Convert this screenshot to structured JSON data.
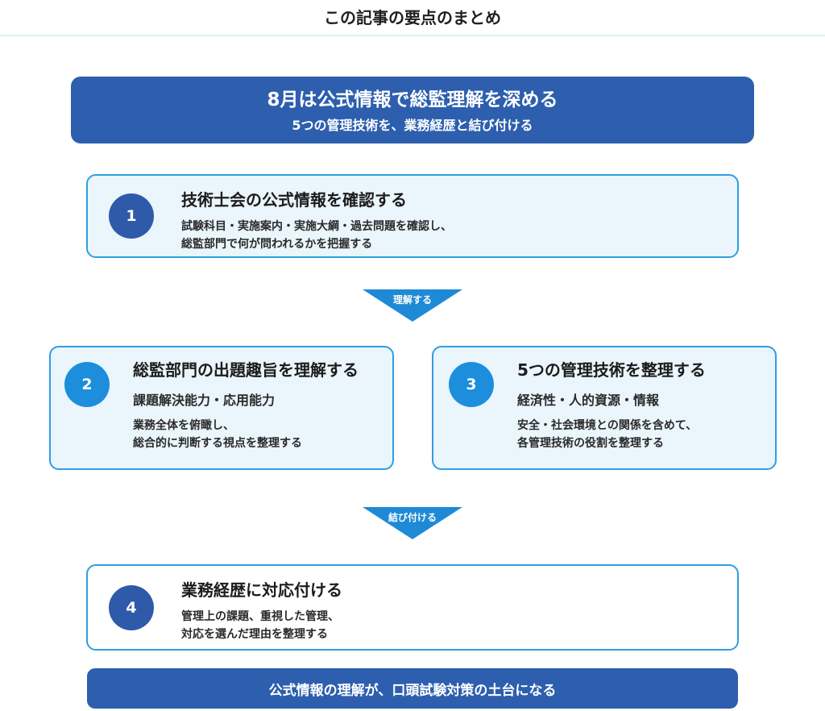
{
  "page_title": "この記事の要点のまとめ",
  "banner": {
    "main": "8月は公式情報で総監理解を深める",
    "sub": "5つの管理技術を、業務経歴と結び付ける"
  },
  "steps": [
    {
      "number": "1",
      "title": "技術士会の公式情報を確認する",
      "lines": [
        "試験科目・実施案内・実施大綱・過去問題を確認し、",
        "総監部門で何が問われるかを把握する"
      ]
    },
    {
      "number": "2",
      "title": "総監部門の出題趣旨を理解する",
      "subtitle": "課題解決能力・応用能力",
      "lines": [
        "業務全体を俯瞰し、",
        "総合的に判断する視点を整理する"
      ]
    },
    {
      "number": "3",
      "title": "5つの管理技術を整理する",
      "subtitle": "経済性・人的資源・情報",
      "lines": [
        "安全・社会環境との関係を含めて、",
        "各管理技術の役割を整理する"
      ]
    },
    {
      "number": "4",
      "title": "業務経歴に対応付ける",
      "lines": [
        "管理上の課題、重視した管理、",
        "対応を選んだ理由を整理する"
      ]
    }
  ],
  "arrows": [
    {
      "label": "理解する"
    },
    {
      "label": "結び付ける"
    }
  ],
  "footer": "公式情報の理解が、口頭試験対策の土台になる",
  "colors": {
    "banner": "#2d5fae",
    "card_border": "#2f9ee0",
    "card_fill": "#eaf5fc",
    "number_dark": "#2f5aaa",
    "number_blue": "#1c8edc"
  }
}
